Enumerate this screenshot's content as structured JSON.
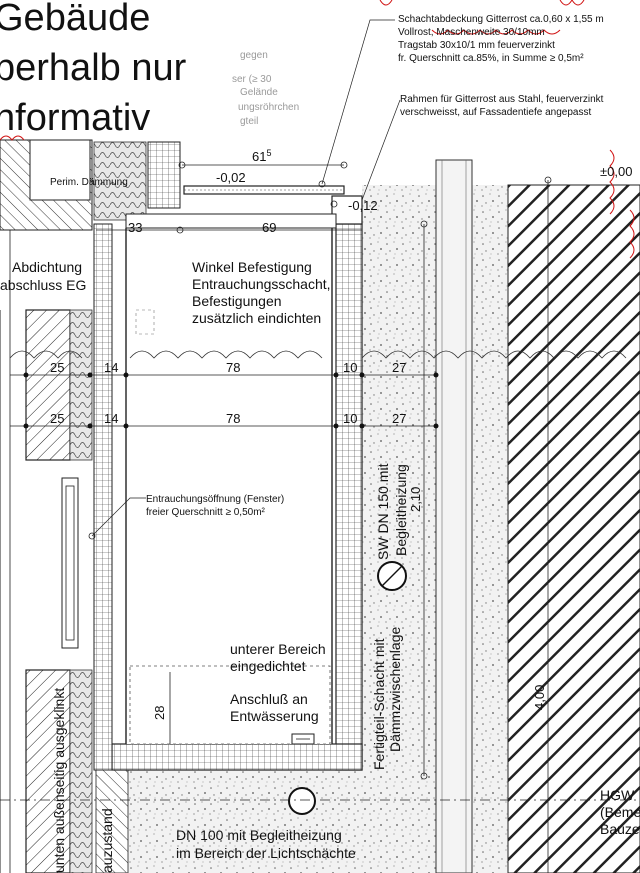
{
  "title": {
    "lines": [
      "Gebäude",
      "berhalb nur",
      "nformativ"
    ]
  },
  "faint_notes": [
    "gegen",
    "ser (≥ 30",
    "Gelände",
    "ungsröhrchen",
    "gteil"
  ],
  "labels": {
    "perim": "Perim. Dämmung",
    "abdichtung_1": "Abdichtung",
    "abdichtung_2": "abschluss EG",
    "level_left": "-0,02",
    "level_right": "-0,12",
    "level_top": "±0,00",
    "winkel": [
      "Winkel Befestigung",
      "Entrauchungsschacht,",
      "Befestigungen",
      "zusätzlich eindichten"
    ],
    "entrauchung": [
      "Entrauchungsöffnung (Fenster)",
      "freier Querschnitt ≥ 0,50m²"
    ],
    "unterer": [
      "unterer Bereich",
      "eingedichtet"
    ],
    "anschluss": [
      "Anschluß an",
      "Entwässerung"
    ],
    "sw_dn": "SW DN 150 mit",
    "begleit": "Begleitheizung",
    "fertigteil": "Fertigteil-Schacht mit",
    "daemm": "Dämmzwischenlage",
    "dn100": [
      "DN 100 mit Begleitheizung",
      "im Bereich der Lichtschächte"
    ],
    "hgw": [
      "HGW",
      "(Beme",
      "Bauze"
    ],
    "unten": "unten außenseitig ausgeklinkt",
    "bauzustand": "auzustand"
  },
  "notes": {
    "top": [
      "Schachtabdeckung Gitterrost ca.0,60 x 1,55 m",
      "Vollrost, Maschenweite 30/10mm",
      "Tragstab 30x10/1 mm feuerverzinkt",
      "fr. Querschnitt ca.85%, in Summe ≥ 0,5m²"
    ],
    "rahmen": [
      "Rahmen für Gitterrost aus Stahl, feuerverzinkt",
      "verschweisst, auf Fassadentiefe angepasst"
    ]
  },
  "dimensions": {
    "top_total": "61",
    "top_total_exp": "5",
    "top_left": "33",
    "top_right": "69",
    "row_values": [
      "25",
      "14",
      "78",
      "10",
      "27"
    ],
    "height_210": "2,10",
    "height_28": "28",
    "height_400": "4,00"
  }
}
